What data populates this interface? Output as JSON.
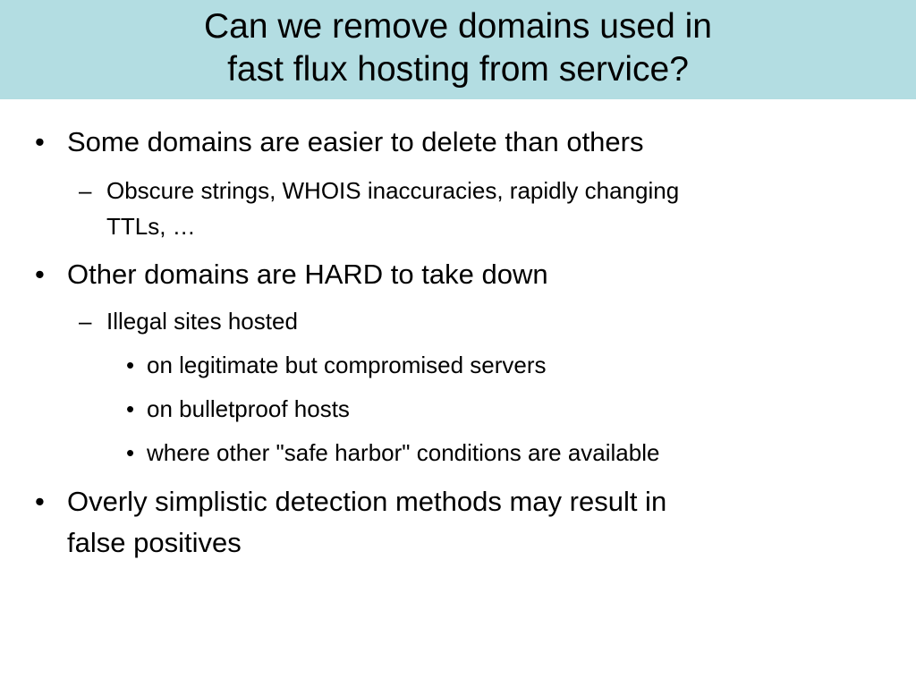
{
  "slide": {
    "title_line1": "Can we remove domains used in",
    "title_line2": "fast flux hosting from service?",
    "bullets": [
      {
        "text": "Some domains are easier to delete than others"
      },
      {
        "text_line1": "Obscure strings, WHOIS inaccuracies, rapidly changing",
        "text_line2": "TTLs, …"
      },
      {
        "text": "Other domains are HARD to take down"
      },
      {
        "text": "Illegal sites hosted"
      },
      {
        "text": "on legitimate but compromised servers"
      },
      {
        "text": "on bulletproof hosts"
      },
      {
        "text": "where other \"safe harbor\" conditions are available"
      },
      {
        "text_line1": "Overly simplistic detection methods may result in",
        "text_line2": "false positives"
      }
    ],
    "markers": {
      "level1": "•",
      "level2": "–",
      "level3": "•"
    },
    "colors": {
      "title_band": "#b3dde2",
      "text": "#000000",
      "background": "#ffffff"
    }
  }
}
